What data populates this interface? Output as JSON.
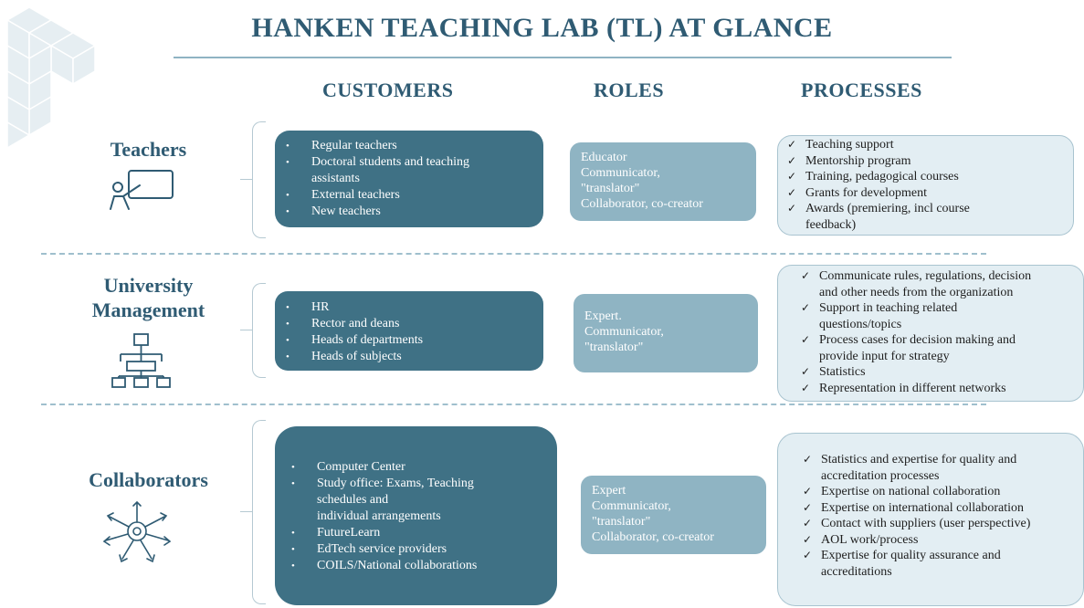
{
  "title": "HANKEN TEACHING LAB (TL) AT GLANCE",
  "columns": {
    "customers": "CUSTOMERS",
    "roles": "ROLES",
    "processes": "PROCESSES"
  },
  "rows": [
    {
      "segment": [
        "Teachers"
      ],
      "icon": "teacher-at-board-icon",
      "customers": [
        "Regular teachers",
        "Doctoral students and teaching",
        "assistants",
        "External teachers",
        "New teachers"
      ],
      "roles": [
        "Educator",
        "Communicator,",
        "\"translator\"",
        "Collaborator, co-creator"
      ],
      "processes": [
        "Teaching support",
        "Mentorship program",
        "Training, pedagogical courses",
        "Grants for development",
        "Awards (premiering, incl course",
        "feedback)"
      ]
    },
    {
      "segment": [
        "University",
        "Management"
      ],
      "icon": "org-chart-icon",
      "customers": [
        "HR",
        "Rector and deans",
        "Heads of departments",
        "Heads of subjects"
      ],
      "roles": [
        "Expert.",
        "Communicator,",
        "\"translator\""
      ],
      "processes": [
        "Communicate rules, regulations, decision",
        "and other needs from the organization",
        "Support in teaching related",
        "questions/topics",
        "Process cases for decision making and",
        "provide input for strategy",
        "Statistics",
        "Representation in different networks"
      ]
    },
    {
      "segment": [
        "Collaborators"
      ],
      "icon": "joined-hands-icon",
      "customers": [
        "Computer Center",
        "Study office: Exams, Teaching",
        "schedules and",
        "individual arrangements",
        "FutureLearn",
        "EdTech service providers",
        "COILS/National collaborations"
      ],
      "roles": [
        "Expert",
        "Communicator,",
        "\"translator\"",
        "Collaborator, co-creator"
      ],
      "processes": [
        "Statistics and expertise for quality and",
        "accreditation processes",
        "Expertise on national collaboration",
        "Expertise on international collaboration",
        "Contact with suppliers (user perspective)",
        "AOL work/process",
        "Expertise for quality assurance and",
        "accreditations"
      ]
    }
  ],
  "colors": {
    "heading": "#2f5b73",
    "customer_box": "#3f7185",
    "role_box": "#8fb4c3",
    "process_box": "#e3eef3"
  }
}
